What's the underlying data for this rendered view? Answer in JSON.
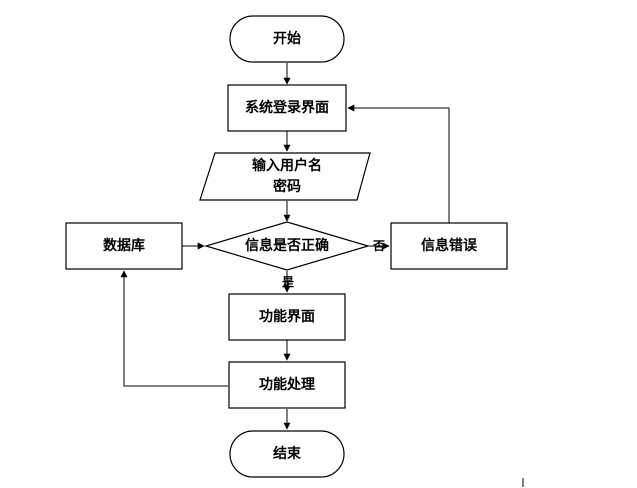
{
  "nodes": {
    "start": "开始",
    "login": "系统登录界面",
    "input_line1": "输入用户名",
    "input_line2": "密码",
    "decision": "信息是否正确",
    "error": "信息错误",
    "database": "数据库",
    "function_ui": "功能界面",
    "function_process": "功能处理",
    "end": "结束"
  },
  "edges": {
    "no": "否",
    "yes": "是"
  },
  "colors": {
    "stroke": "#000000",
    "background": "#ffffff"
  }
}
